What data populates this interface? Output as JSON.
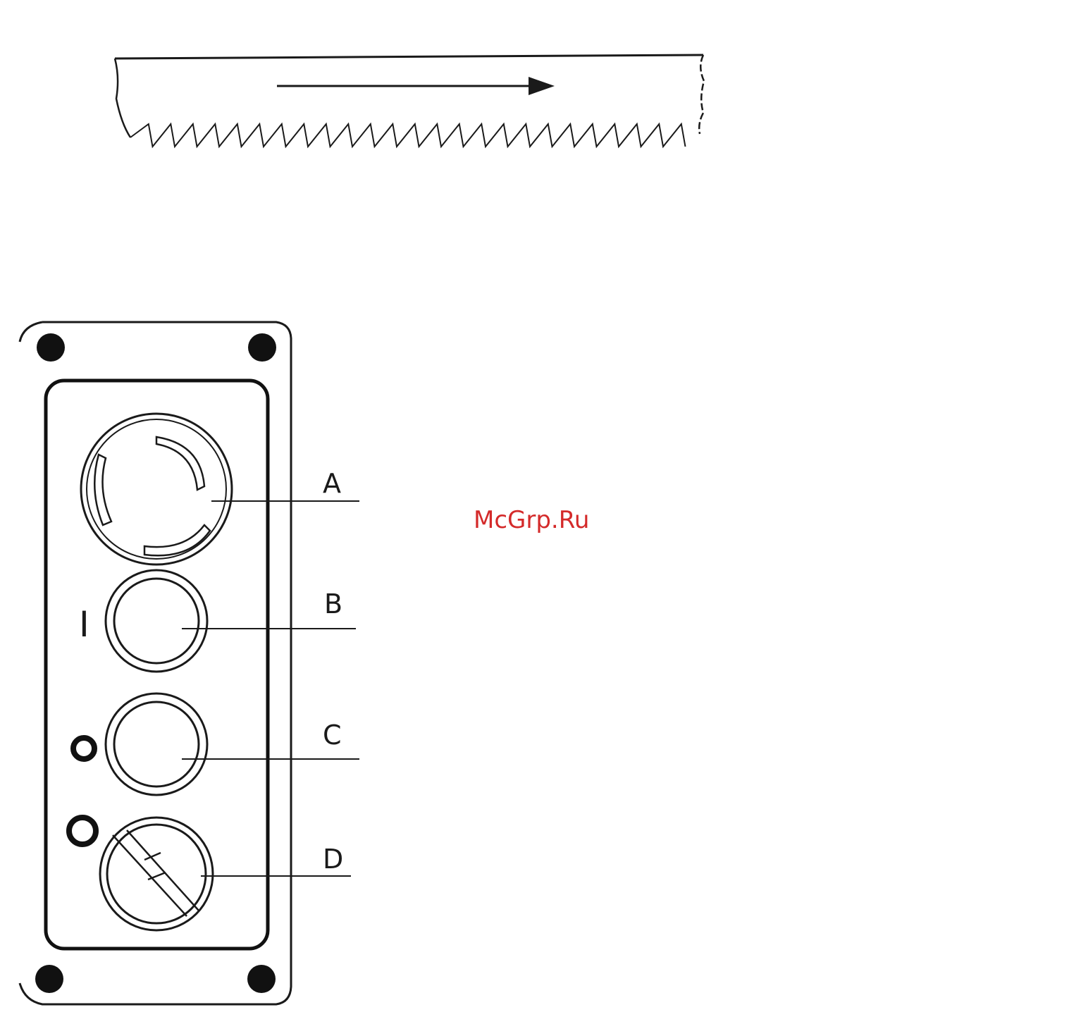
{
  "blade": {
    "arrow_icon": "arrow-right-icon"
  },
  "panel": {
    "symbol_on": "I",
    "controls": [
      {
        "label": "A",
        "icon": "emergency-stop-icon"
      },
      {
        "label": "B",
        "icon": "start-button-icon"
      },
      {
        "label": "C",
        "icon": "stop-button-icon"
      },
      {
        "label": "D",
        "icon": "rotary-switch-icon"
      }
    ]
  },
  "watermark": "McGrp.Ru"
}
